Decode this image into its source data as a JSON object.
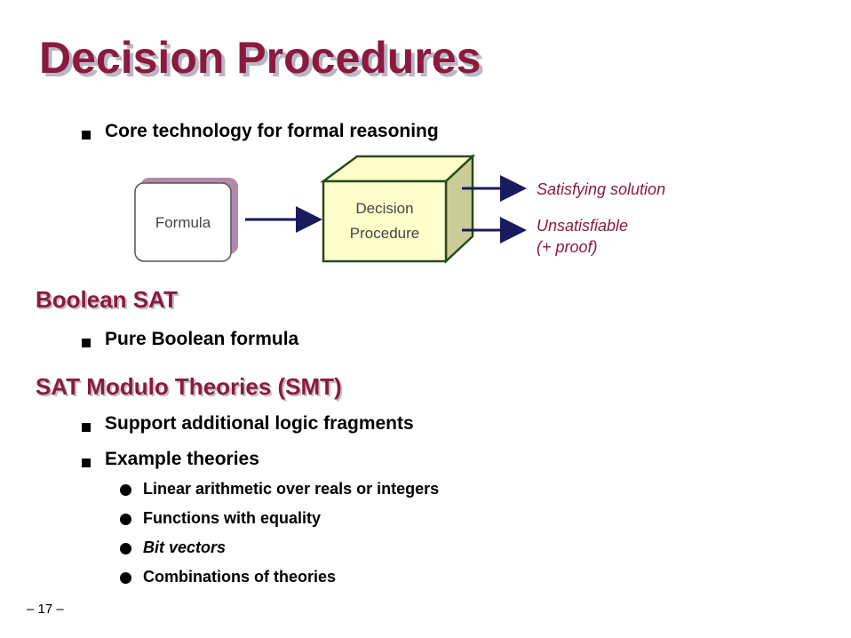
{
  "slide": {
    "title": "Decision Procedures",
    "page_number": "– 17 –"
  },
  "intro": {
    "bullet": "Core technology for formal reasoning"
  },
  "diagram": {
    "input_label": "Formula",
    "box_label_line1": "Decision",
    "box_label_line2": "Procedure",
    "output_sat": "Satisfying solution",
    "output_unsat_line1": "Unsatisfiable",
    "output_unsat_line2": "(+ proof)",
    "colors": {
      "arrow": "#1a1a5e",
      "box_front": "#ffffcc",
      "box_side": "#cccc99",
      "box_border": "#2a4a1a",
      "output_text": "#8b1a3e"
    }
  },
  "sections": [
    {
      "heading": "Boolean SAT",
      "bullets": [
        "Pure Boolean formula"
      ]
    },
    {
      "heading": "SAT Modulo Theories (SMT)",
      "bullets": [
        "Support additional logic fragments",
        "Example theories"
      ],
      "sub_bullets": [
        "Linear arithmetic over reals or integers",
        "Functions with equality",
        "Bit vectors",
        "Combinations of theories"
      ]
    }
  ],
  "colors": {
    "accent": "#8b1a3e",
    "shadow": "#b8b8c4"
  }
}
